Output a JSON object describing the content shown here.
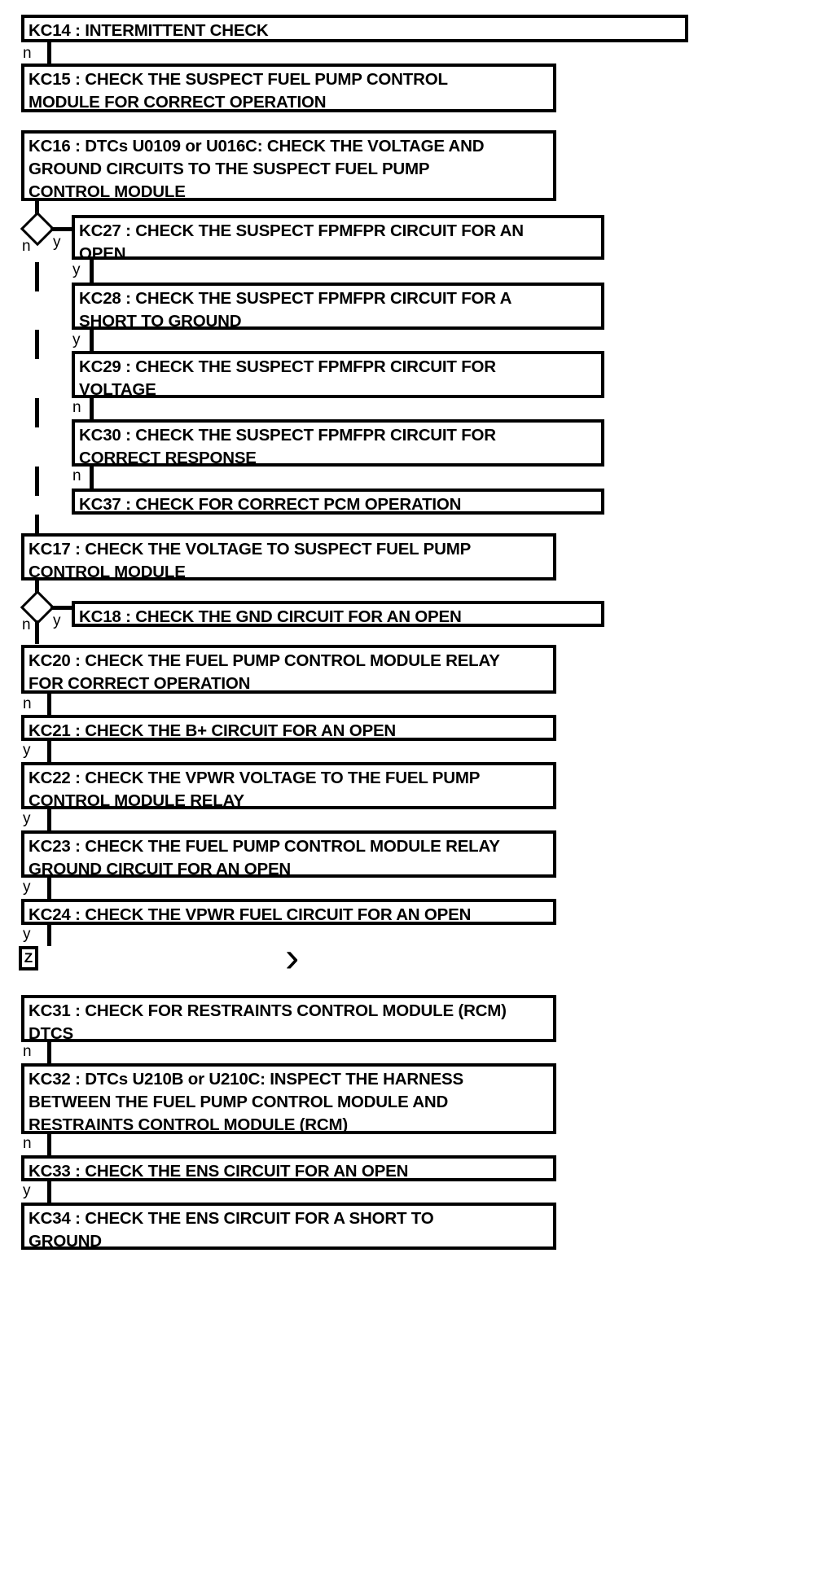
{
  "diagram": {
    "title": "Fuel Pump Control Module Diagnostic Flowchart",
    "type": "flowchart",
    "stroke_color": "#000000",
    "background_color": "#ffffff",
    "branch_labels": {
      "yes": "y",
      "no": "n"
    },
    "nodes": [
      {
        "id": "KC14",
        "label": "KC14 : INTERMITTENT CHECK"
      },
      {
        "id": "KC15",
        "label": "KC15 : CHECK THE SUSPECT FUEL PUMP CONTROL\nMODULE FOR CORRECT OPERATION"
      },
      {
        "id": "KC16",
        "label": "KC16 : DTCs U0109 or U016C: CHECK THE VOLTAGE AND\nGROUND CIRCUITS TO THE SUSPECT FUEL PUMP\nCONTROL MODULE"
      },
      {
        "id": "KC27",
        "label": "KC27 : CHECK THE SUSPECT FPMFPR CIRCUIT FOR AN\nOPEN"
      },
      {
        "id": "KC28",
        "label": "KC28 : CHECK THE SUSPECT FPMFPR CIRCUIT FOR A\nSHORT TO GROUND"
      },
      {
        "id": "KC29",
        "label": "KC29 : CHECK THE SUSPECT FPMFPR CIRCUIT FOR\nVOLTAGE"
      },
      {
        "id": "KC30",
        "label": "KC30 : CHECK THE SUSPECT FPMFPR CIRCUIT FOR\nCORRECT RESPONSE"
      },
      {
        "id": "KC37",
        "label": "KC37 : CHECK FOR CORRECT PCM OPERATION"
      },
      {
        "id": "KC17",
        "label": "KC17 : CHECK THE VOLTAGE TO SUSPECT FUEL PUMP\nCONTROL MODULE"
      },
      {
        "id": "KC18",
        "label": "KC18 : CHECK THE GND CIRCUIT FOR AN OPEN"
      },
      {
        "id": "KC20",
        "label": "KC20 : CHECK THE FUEL PUMP CONTROL MODULE RELAY\nFOR CORRECT OPERATION"
      },
      {
        "id": "KC21",
        "label": "KC21 : CHECK THE B+ CIRCUIT FOR AN OPEN"
      },
      {
        "id": "KC22",
        "label": "KC22 : CHECK THE VPWR VOLTAGE TO THE FUEL PUMP\nCONTROL MODULE RELAY"
      },
      {
        "id": "KC23",
        "label": "KC23 : CHECK THE FUEL PUMP CONTROL MODULE RELAY\nGROUND CIRCUIT FOR AN OPEN"
      },
      {
        "id": "KC24",
        "label": "KC24 : CHECK THE VPWR FUEL CIRCUIT FOR AN OPEN"
      },
      {
        "id": "KC31",
        "label": "KC31 : CHECK FOR RESTRAINTS CONTROL MODULE (RCM)\nDTCS"
      },
      {
        "id": "KC32",
        "label": "KC32 : DTCs U210B or U210C: INSPECT THE HARNESS\nBETWEEN THE FUEL PUMP CONTROL MODULE AND\nRESTRAINTS CONTROL MODULE (RCM)"
      },
      {
        "id": "KC33",
        "label": "KC33 : CHECK THE ENS CIRCUIT FOR AN OPEN"
      },
      {
        "id": "KC34",
        "label": "KC34 : CHECK THE ENS CIRCUIT FOR A SHORT TO\nGROUND"
      }
    ],
    "connector": {
      "id": "Z",
      "label": "Z"
    },
    "chevron": {
      "glyph": "›"
    },
    "edges": [
      {
        "from": "KC14",
        "to": "KC15",
        "label": "n"
      },
      {
        "from": "KC16",
        "to": "decision-1",
        "label": ""
      },
      {
        "from": "decision-1",
        "to": "KC27",
        "label": "y"
      },
      {
        "from": "decision-1",
        "to": "KC17",
        "label": "n"
      },
      {
        "from": "KC27",
        "to": "KC28",
        "label": "y"
      },
      {
        "from": "KC28",
        "to": "KC29",
        "label": "y"
      },
      {
        "from": "KC29",
        "to": "KC30",
        "label": "n"
      },
      {
        "from": "KC30",
        "to": "KC37",
        "label": "n"
      },
      {
        "from": "KC17",
        "to": "decision-2",
        "label": ""
      },
      {
        "from": "decision-2",
        "to": "KC18",
        "label": "y"
      },
      {
        "from": "decision-2",
        "to": "KC20",
        "label": "n"
      },
      {
        "from": "KC20",
        "to": "KC21",
        "label": "n"
      },
      {
        "from": "KC21",
        "to": "KC22",
        "label": "y"
      },
      {
        "from": "KC22",
        "to": "KC23",
        "label": "y"
      },
      {
        "from": "KC23",
        "to": "KC24",
        "label": "y"
      },
      {
        "from": "KC24",
        "to": "Z",
        "label": "y"
      },
      {
        "from": "KC31",
        "to": "KC32",
        "label": "n"
      },
      {
        "from": "KC32",
        "to": "KC33",
        "label": "n"
      },
      {
        "from": "KC33",
        "to": "KC34",
        "label": "y"
      }
    ]
  }
}
